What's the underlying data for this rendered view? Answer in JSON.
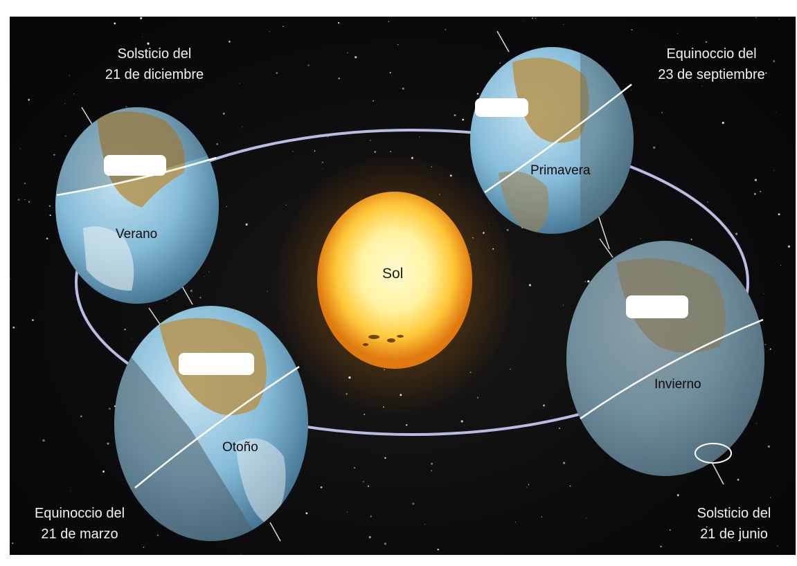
{
  "sun": {
    "label": "Sol"
  },
  "captions": {
    "dec_solstice": {
      "line1": "Solsticio del",
      "line2": "21 de diciembre"
    },
    "sep_equinox": {
      "line1": "Equinoccio del",
      "line2": "23 de septiembre"
    },
    "mar_equinox": {
      "line1": "Equinoccio del",
      "line2": "21 de marzo"
    },
    "jun_solstice": {
      "line1": "Solsticio del",
      "line2": "21 de junio"
    }
  },
  "seasons": {
    "verano": "Verano",
    "primavera": "Primavera",
    "otono": "Otoño",
    "invierno": "Invierno"
  },
  "colors": {
    "space": "#0c0c0e",
    "orbit": "#b9bde6",
    "sun_core": "#fff3a0",
    "sun_edge": "#e08a10",
    "earth_ocean": "#8cc3df",
    "earth_land": "#b59450",
    "earth_shade": "#6f7f86"
  }
}
